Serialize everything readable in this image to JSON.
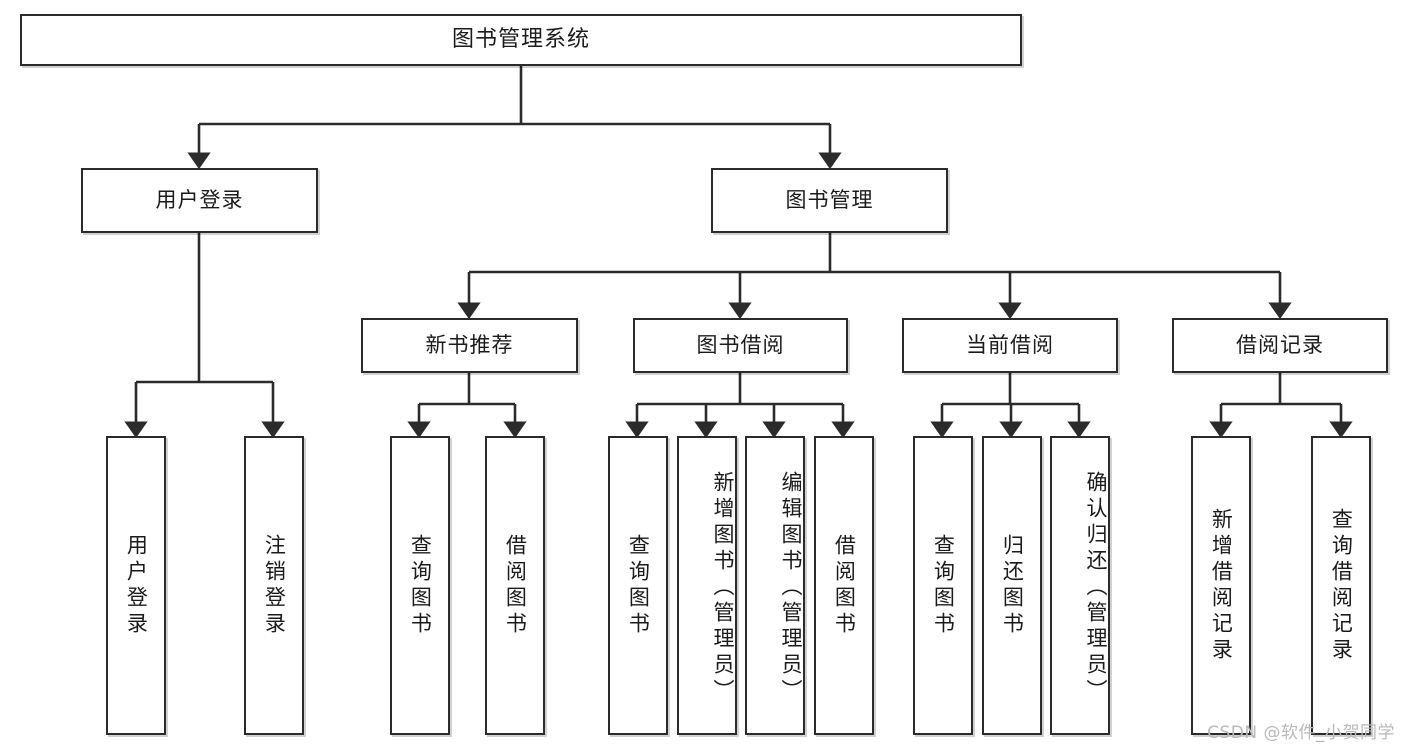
{
  "diagram": {
    "title": "图书管理系统",
    "root": {
      "label": "图书管理系统"
    },
    "level2": [
      {
        "label": "用户登录"
      },
      {
        "label": "图书管理"
      }
    ],
    "level3": [
      {
        "label": "新书推荐"
      },
      {
        "label": "图书借阅"
      },
      {
        "label": "当前借阅"
      },
      {
        "label": "借阅记录"
      }
    ],
    "leaves": {
      "user_login": [
        {
          "label": "用户登录"
        },
        {
          "label": "注销登录"
        }
      ],
      "new_book_recommend": [
        {
          "label": "查询图书"
        },
        {
          "label": "借阅图书"
        }
      ],
      "book_borrow": [
        {
          "label": "查询图书"
        },
        {
          "label": "新增图书（管理员）"
        },
        {
          "label": "编辑图书（管理员）"
        },
        {
          "label": "借阅图书"
        }
      ],
      "current_borrow": [
        {
          "label": "查询图书"
        },
        {
          "label": "归还图书"
        },
        {
          "label": "确认归还（管理员）"
        }
      ],
      "borrow_record": [
        {
          "label": "新增借阅记录"
        },
        {
          "label": "查询借阅记录"
        }
      ]
    }
  },
  "watermark": {
    "text": "CSDN @软件_小贺同学"
  },
  "colors": {
    "box_border": "#2b2b2b",
    "box_fill": "#ffffff",
    "text": "#1b1b1b",
    "connector": "#2b2b2b",
    "watermark": "#b9b9b9",
    "background": "#ffffff"
  }
}
